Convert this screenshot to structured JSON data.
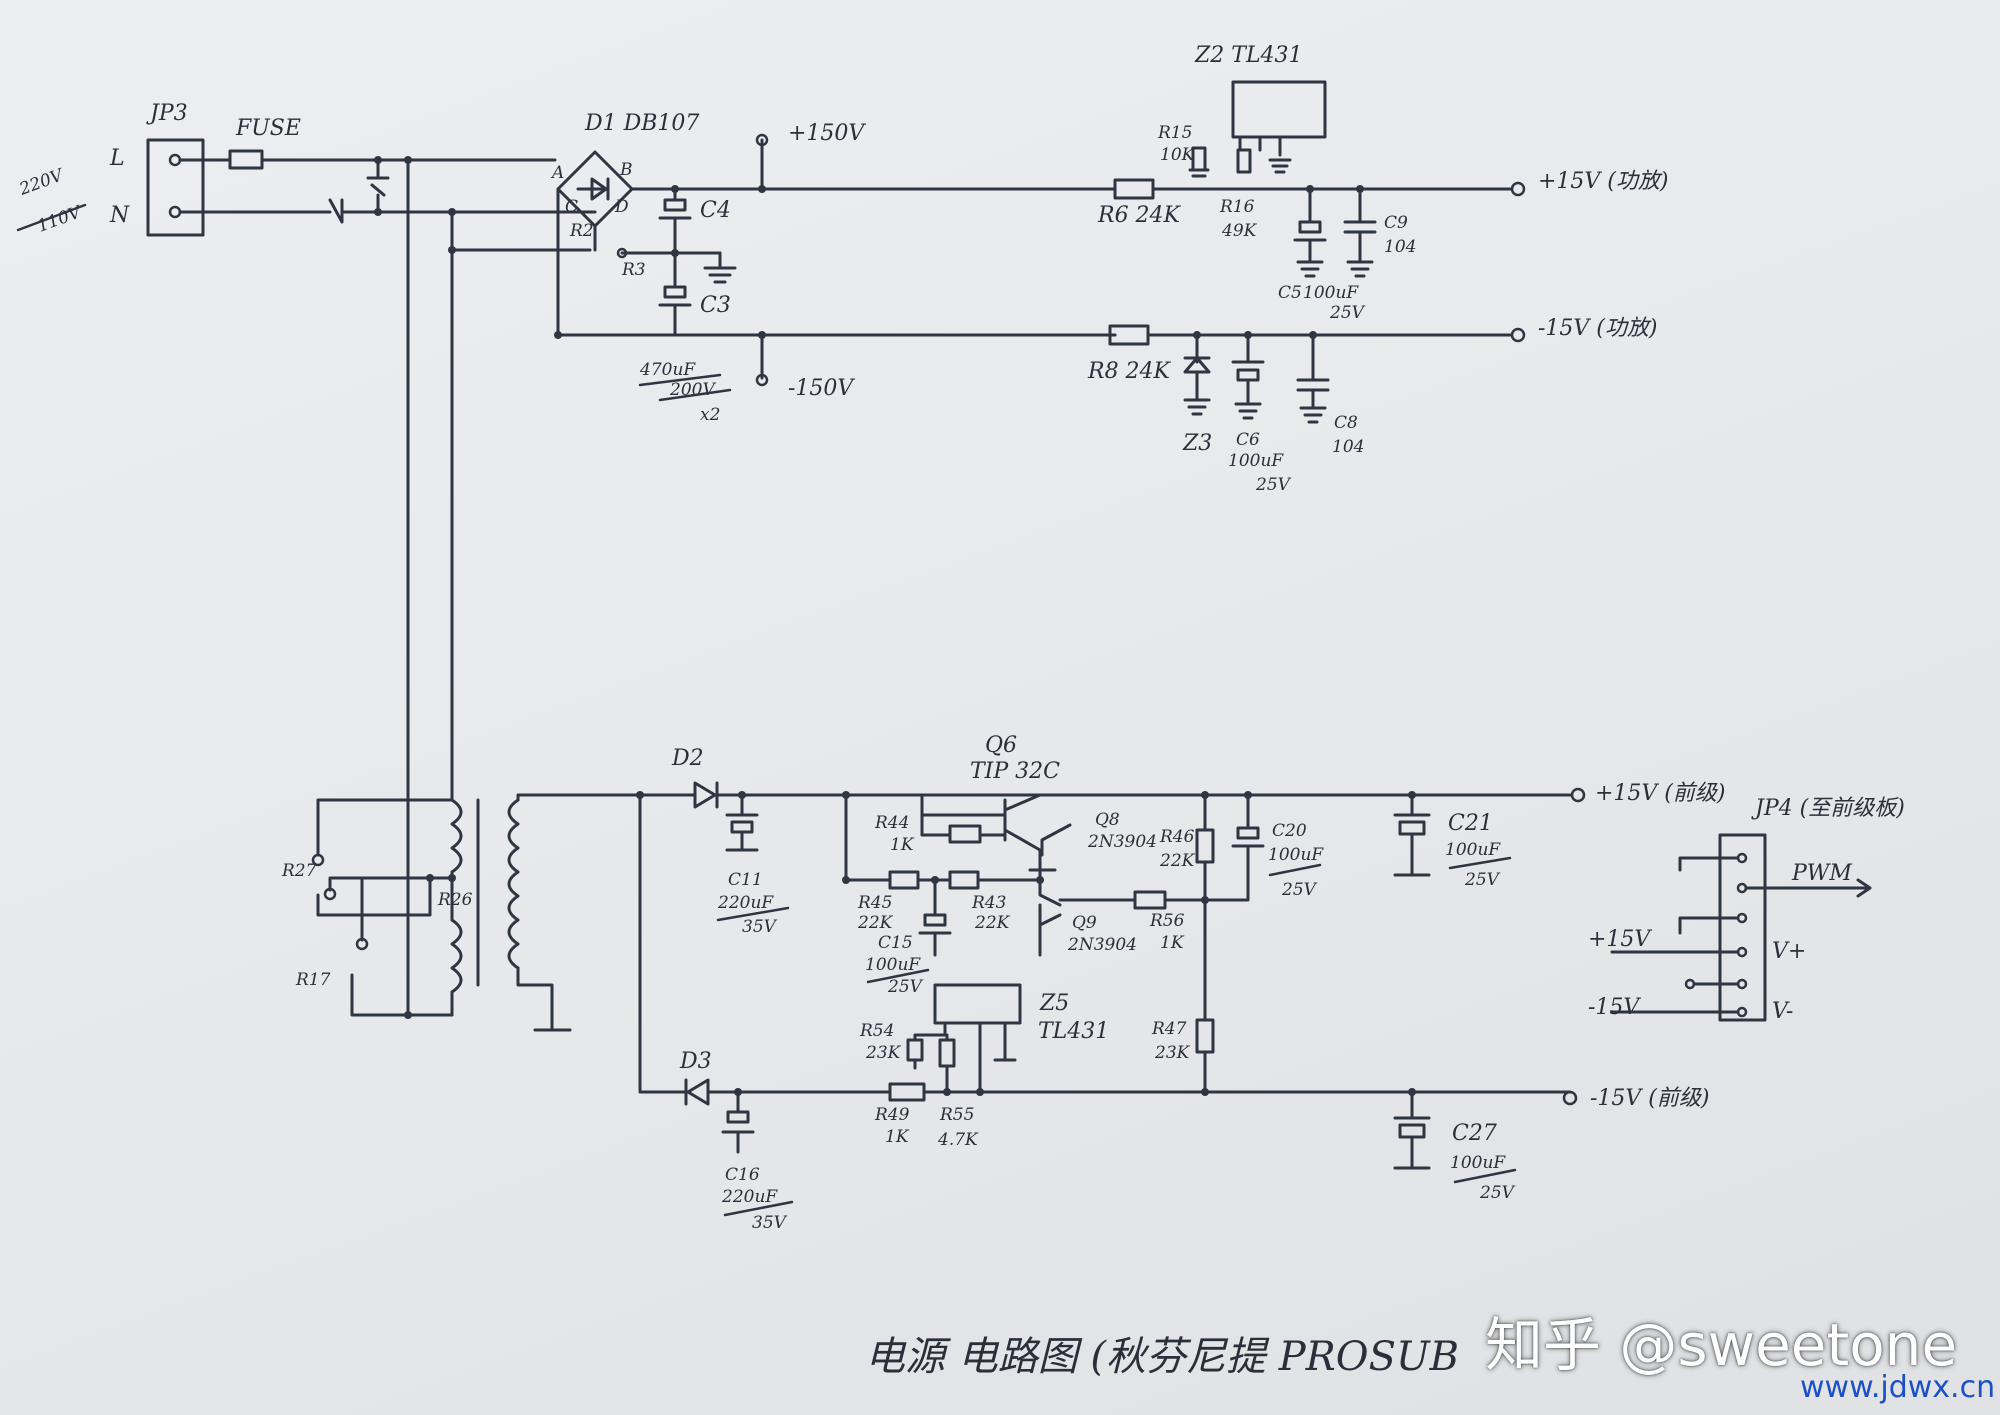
{
  "labels": {
    "jp3": "JP3",
    "fuse": "FUSE",
    "L": "L",
    "N": "N",
    "mains1": "220V",
    "mains2": "110V",
    "d1": "D1  DB107",
    "pinA": "A",
    "pinB": "B",
    "pinC": "C",
    "pinD": "D",
    "c4": "C4",
    "c3": "C3",
    "r2": "R2",
    "r3": "R3",
    "p150": "+150V",
    "m150": "-150V",
    "bulkcap1": "470uF",
    "bulkcap2": "200V",
    "bulkcap3": "x2",
    "z2": "Z2   TL431",
    "r15a": "R15",
    "r15b": "10K",
    "r6": "R6  24K",
    "r16a": "R16",
    "r16b": "49K",
    "c5a": "C5",
    "c5b": "100uF",
    "c5c": "25V",
    "c9a": "C9",
    "c9b": "104",
    "p15amp": "+15V  (功放)",
    "m15amp": "-15V  (功放)",
    "r8": "R8  24K",
    "z3": "Z3",
    "c6a": "C6",
    "c6b": "100uF",
    "c6c": "25V",
    "c8a": "C8",
    "c8b": "104",
    "r27": "R27",
    "r26": "R26",
    "r17": "R17",
    "d2": "D2",
    "d3": "D3",
    "c11a": "C11",
    "c11b": "220uF",
    "c11c": "35V",
    "c16a": "C16",
    "c16b": "220uF",
    "c16c": "35V",
    "q6a": "Q6",
    "q6b": "TIP 32C",
    "r44a": "R44",
    "r44b": "1K",
    "q8a": "Q8",
    "q8b": "2N3904",
    "q9a": "Q9",
    "q9b": "2N3904",
    "r45a": "R45",
    "r45b": "22K",
    "r43a": "R43",
    "r43b": "22K",
    "c15a": "C15",
    "c15b": "100uF",
    "c15c": "25V",
    "r46a": "R46",
    "r46b": "22K",
    "r56a": "R56",
    "r56b": "1K",
    "c20a": "C20",
    "c20b": "100uF",
    "c20c": "25V",
    "c21a": "C21",
    "c21b": "100uF",
    "c21c": "25V",
    "z5a": "Z5",
    "z5b": "TL431",
    "r54a": "R54",
    "r54b": "23K",
    "r47a": "R47",
    "r47b": "23K",
    "r49a": "R49",
    "r49b": "1K",
    "r55a": "R55",
    "r55b": "4.7K",
    "c27a": "C27",
    "c27b": "100uF",
    "c27c": "25V",
    "p15pre": "+15V (前级)",
    "m15pre": "-15V (前级)",
    "jp4": "JP4 (至前级板)",
    "pwm": "PWM",
    "jp4p15": "+15V",
    "jp4m15": "-15V",
    "vplus": "V+",
    "vminus": "V-"
  },
  "caption": "电源 电路图 (秋芬尼提 PROSUB",
  "watermark": "知乎 @sweetone",
  "site": "www.jdwx.cn",
  "colors": {
    "ink": "#2f3541",
    "paper": "#e9eaed",
    "link": "#1c50c8"
  }
}
